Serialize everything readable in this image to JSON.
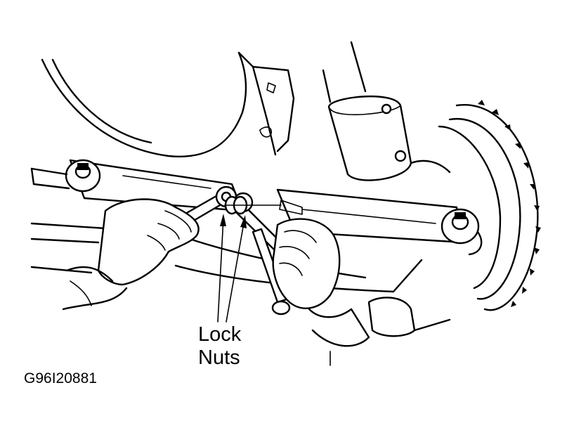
{
  "callout": {
    "line1": "Lock",
    "line2": "Nuts"
  },
  "figure_id": "G96I20881"
}
